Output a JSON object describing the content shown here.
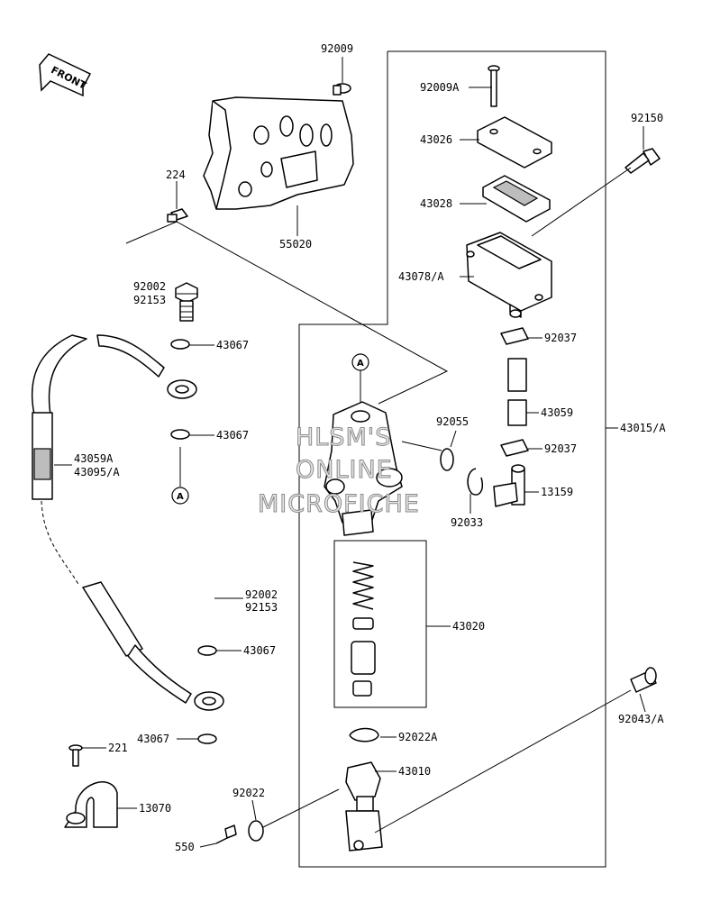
{
  "front_label": "FRONT",
  "watermark": [
    "HLSM'S",
    "ONLINE",
    "MICROFICHE"
  ],
  "ref_marker": "A",
  "parts": {
    "p92009": "92009",
    "p92009A": "92009A",
    "p43026": "43026",
    "p43028": "43028",
    "p43078A": "43078/A",
    "p92150": "92150",
    "p224": "224",
    "p55020": "55020",
    "p92002_top": "92002",
    "p92153_top": "92153",
    "p43067_a": "43067",
    "p43067_b": "43067",
    "p43059A": "43059A",
    "p43095A": "43095/A",
    "p92037_a": "92037",
    "p43059": "43059",
    "p92037_b": "92037",
    "p43015A": "43015/A",
    "p92055": "92055",
    "p13159": "13159",
    "p92033": "92033",
    "p92002_bot": "92002",
    "p92153_bot": "92153",
    "p43067_c": "43067",
    "p43020": "43020",
    "p43067_d": "43067",
    "p221": "221",
    "p92022A": "92022A",
    "p92043A": "92043/A",
    "p43010": "43010",
    "p13070": "13070",
    "p92022": "92022",
    "p550": "550"
  }
}
